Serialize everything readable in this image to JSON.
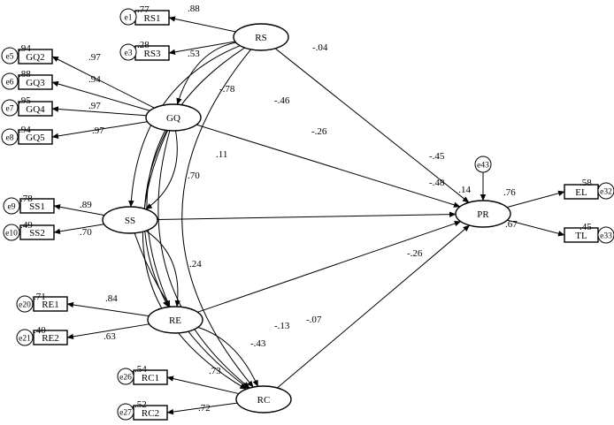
{
  "observed": [
    {
      "id": "RS1"
    },
    {
      "id": "RS3"
    },
    {
      "id": "GQ2"
    },
    {
      "id": "GQ3"
    },
    {
      "id": "GQ4"
    },
    {
      "id": "GQ5"
    },
    {
      "id": "SS1"
    },
    {
      "id": "SS2"
    },
    {
      "id": "RE1"
    },
    {
      "id": "RE2"
    },
    {
      "id": "RC1"
    },
    {
      "id": "RC2"
    },
    {
      "id": "EL"
    },
    {
      "id": "TL"
    }
  ],
  "latent": [
    {
      "id": "RS"
    },
    {
      "id": "GQ"
    },
    {
      "id": "SS"
    },
    {
      "id": "RE"
    },
    {
      "id": "RC"
    },
    {
      "id": "PR"
    }
  ],
  "errors": [
    {
      "id": "e1",
      "target": "RS1",
      "r2": ".77"
    },
    {
      "id": "e3",
      "target": "RS3",
      "r2": ".28"
    },
    {
      "id": "e5",
      "target": "GQ2",
      "r2": ".94"
    },
    {
      "id": "e6",
      "target": "GQ3",
      "r2": ".88"
    },
    {
      "id": "e7",
      "target": "GQ4",
      "r2": ".95"
    },
    {
      "id": "e8",
      "target": "GQ5",
      "r2": ".94"
    },
    {
      "id": "e9",
      "target": "SS1",
      "r2": ".78"
    },
    {
      "id": "e10",
      "target": "SS2",
      "r2": ".49"
    },
    {
      "id": "e20",
      "target": "RE1",
      "r2": ".71"
    },
    {
      "id": "e21",
      "target": "RE2",
      "r2": ".40"
    },
    {
      "id": "e26",
      "target": "RC1",
      "r2": ".54"
    },
    {
      "id": "e27",
      "target": "RC2",
      "r2": ".52"
    },
    {
      "id": "e32",
      "target": "EL",
      "r2": ".58"
    },
    {
      "id": "e33",
      "target": "TL",
      "r2": ".45"
    },
    {
      "id": "e43",
      "target": "PR",
      "r2": ".14"
    }
  ],
  "loadings": [
    {
      "from": "RS",
      "to": "RS1",
      "value": ".88"
    },
    {
      "from": "RS",
      "to": "RS3",
      "value": ".53"
    },
    {
      "from": "GQ",
      "to": "GQ2",
      "value": ".97"
    },
    {
      "from": "GQ",
      "to": "GQ3",
      "value": ".94"
    },
    {
      "from": "GQ",
      "to": "GQ4",
      "value": ".97"
    },
    {
      "from": "GQ",
      "to": "GQ5",
      "value": ".97"
    },
    {
      "from": "SS",
      "to": "SS1",
      "value": ".89"
    },
    {
      "from": "SS",
      "to": "SS2",
      "value": ".70"
    },
    {
      "from": "RE",
      "to": "RE1",
      "value": ".84"
    },
    {
      "from": "RE",
      "to": "RE2",
      "value": ".63"
    },
    {
      "from": "RC",
      "to": "RC1",
      "value": ".73"
    },
    {
      "from": "RC",
      "to": "RC2",
      "value": ".72"
    },
    {
      "from": "PR",
      "to": "EL",
      "value": ".76"
    },
    {
      "from": "PR",
      "to": "TL",
      "value": ".67"
    }
  ],
  "paths": [
    {
      "from": "RS",
      "to": "PR",
      "value": "-.45"
    },
    {
      "from": "GQ",
      "to": "PR",
      "value": "-.48"
    },
    {
      "from": "SS",
      "to": "PR",
      "value": ""
    },
    {
      "from": "RE",
      "to": "PR",
      "value": ""
    },
    {
      "from": "RC",
      "to": "PR",
      "value": "-.26"
    }
  ],
  "covariances": [
    {
      "a": "RS",
      "b": "GQ",
      "value": "-.78"
    },
    {
      "a": "RS",
      "b": "SS",
      "value": "-.46"
    },
    {
      "a": "RS",
      "b": "RE",
      "value": "-.26"
    },
    {
      "a": "RS",
      "b": "RC",
      "value": "-.04"
    },
    {
      "a": "GQ",
      "b": "SS",
      "value": ".70"
    },
    {
      "a": "GQ",
      "b": "RE",
      "value": ".11"
    },
    {
      "a": "GQ",
      "b": "RC",
      "value": ""
    },
    {
      "a": "SS",
      "b": "RE",
      "value": ".24"
    },
    {
      "a": "SS",
      "b": "RC",
      "value": "-.13"
    },
    {
      "a": "RE",
      "b": "RC",
      "value": "-.43"
    },
    {
      "a": "GQ",
      "b": "RC",
      "value": "-.07"
    }
  ]
}
